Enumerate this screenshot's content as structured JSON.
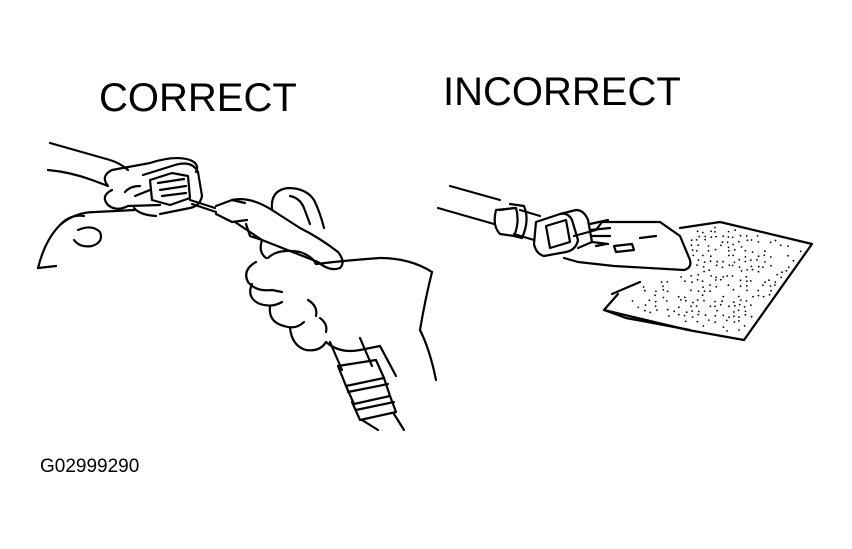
{
  "labels": {
    "correct": "CORRECT",
    "incorrect": "INCORRECT"
  },
  "figure_code": "G02999290",
  "colors": {
    "ink": "#000000",
    "background": "#ffffff"
  }
}
